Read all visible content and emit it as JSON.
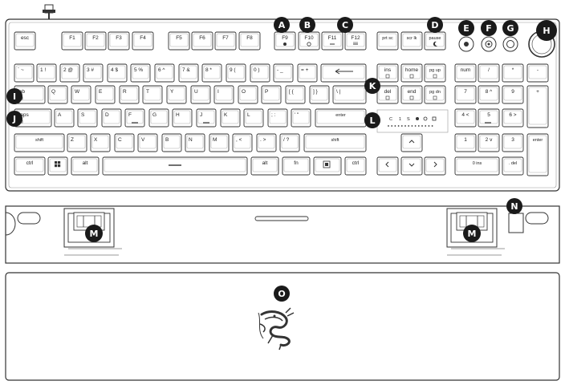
{
  "keys": {
    "esc": "esc",
    "f1": "F1",
    "f2": "F2",
    "f3": "F3",
    "f4": "F4",
    "f5": "F5",
    "f6": "F6",
    "f7": "F7",
    "f8": "F8",
    "f9": "F9",
    "f10": "F10",
    "f11": "F11",
    "f12": "F12",
    "prtsc": "prt sc",
    "scrlk": "scr lk",
    "pause": "pause",
    "grave": "` ~",
    "n1": "1 !",
    "n2": "2 @",
    "n3": "3 #",
    "n4": "4 $",
    "n5": "5 %",
    "n6": "6 ^",
    "n7": "7 &",
    "n8": "8 *",
    "n9": "9 (",
    "n0": "0 )",
    "minus": "- _",
    "equal": "= +",
    "ins": "ins",
    "home": "home",
    "pgup": "pg up",
    "numlk": "num",
    "kpslash": "/",
    "kpstar": "*",
    "kpminus": "-",
    "tab": "tab",
    "q": "Q",
    "w": "W",
    "e": "E",
    "r": "R",
    "t": "T",
    "y": "Y",
    "u": "U",
    "i": "I",
    "o": "O",
    "p": "P",
    "lbracket": "[ {",
    "rbracket": "] }",
    "backslash": "\\ |",
    "del": "del",
    "end": "end",
    "pgdn": "pg dn",
    "kp7": "7",
    "kp8": "8 ^",
    "kp9": "9",
    "kpplus": "+",
    "caps": "caps",
    "a": "A",
    "s": "S",
    "d": "D",
    "f": "F",
    "g": "G",
    "h": "H",
    "j": "J",
    "k": "K",
    "l": "L",
    "semicolon": "; :",
    "quote": "' \"",
    "enter": "enter",
    "kp4": "4 <",
    "kp5": "5",
    "kp6": "6 >",
    "shift_l": "shift",
    "z": "Z",
    "x": "X",
    "c": "C",
    "v": "V",
    "b": "B",
    "n": "N",
    "m": "M",
    "comma": ", <",
    "period": ". >",
    "slash": "/ ?",
    "shift_r": "shift",
    "kp1": "1",
    "kp2": "2 v",
    "kp3": "3",
    "kpenter": "enter",
    "ctrl_l": "ctrl",
    "alt_l": "alt",
    "alt_r": "alt",
    "fn": "fn",
    "ctrl_r": "ctrl",
    "kp0": "0 ins",
    "kpdot": ". del"
  },
  "indicator_labels": [
    "C",
    "1",
    "S"
  ],
  "callouts": {
    "a": "A",
    "b": "B",
    "c": "C",
    "d": "D",
    "e": "E",
    "f": "F",
    "g": "G",
    "h": "H",
    "i": "I",
    "j": "J",
    "k": "K",
    "l": "L",
    "m": "M",
    "n": "N",
    "o": "O"
  },
  "icons": {
    "f9": "record-macro-icon",
    "f10": "game-mode-icon",
    "f11": "brightness-down-icon",
    "f12": "brightness-up-icon",
    "pause": "sleep-icon",
    "media_e": "play-pause-icon",
    "media_f": "next-track-icon",
    "media_g": "previous-track-icon",
    "volume": "volume-dial-icon",
    "logo": "razer-logo-icon",
    "win": "windows-icon",
    "menu": "menu-icon"
  }
}
